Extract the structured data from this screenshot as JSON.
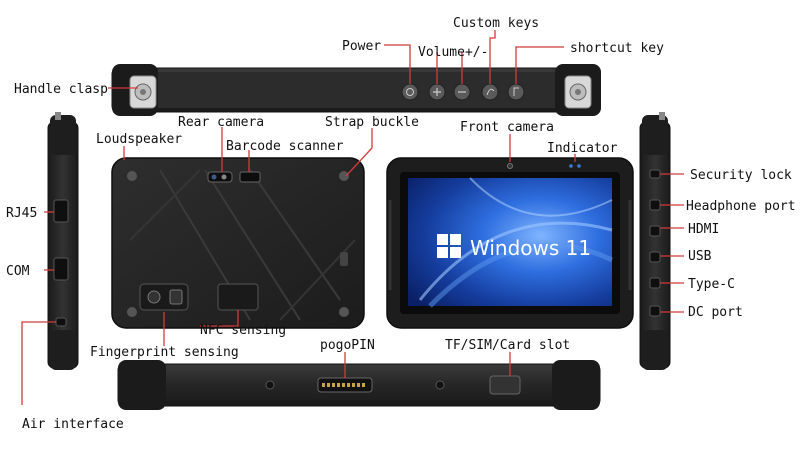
{
  "labels": {
    "handle_clasp": "Handle clasp",
    "power": "Power",
    "volume": "Volume+/-",
    "custom_keys": "Custom keys",
    "shortcut_key": "shortcut key",
    "loudspeaker": "Loudspeaker",
    "rear_camera": "Rear camera",
    "barcode_scanner": "Barcode scanner",
    "strap_buckle": "Strap buckle",
    "front_camera": "Front camera",
    "indicator": "Indicator",
    "security_lock": "Security lock",
    "rj45": "RJ45",
    "headphone_port": "Headphone port",
    "hdmi": "HDMI",
    "usb": "USB",
    "com": "COM",
    "type_c": "Type-C",
    "dc_port": "DC port",
    "nfc_sensing": "NFC sensing",
    "fingerprint_sensing": "Fingerprint sensing",
    "pogopin": "pogoPIN",
    "tf_sim_card_slot": "TF/SIM/Card slot",
    "air_interface": "Air interface"
  },
  "screen": {
    "os_name": "Windows 11"
  },
  "colors": {
    "leader_line": "#d23a3a",
    "device_body": "#2a2a2a",
    "device_dark": "#161616",
    "screen_blue": "#1b4fb8"
  }
}
